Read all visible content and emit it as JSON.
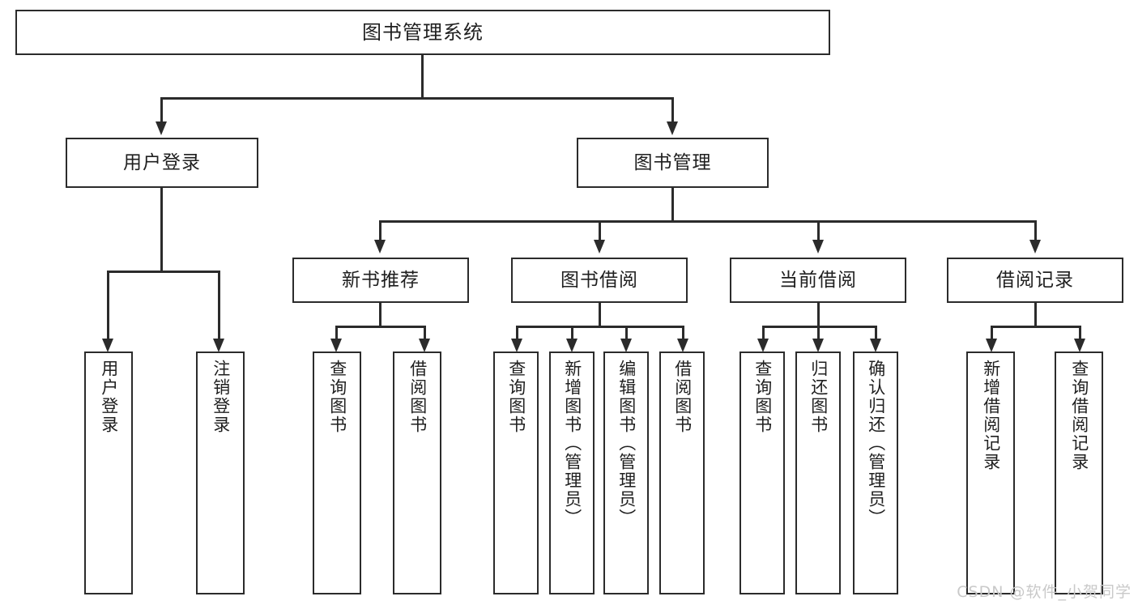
{
  "diagram": {
    "type": "tree",
    "title": "图书管理系统",
    "root": {
      "label": "图书管理系统"
    },
    "level2": [
      {
        "label": "用户登录"
      },
      {
        "label": "图书管理"
      }
    ],
    "level3": [
      {
        "label": "新书推荐"
      },
      {
        "label": "图书借阅"
      },
      {
        "label": "当前借阅"
      },
      {
        "label": "借阅记录"
      }
    ],
    "leaves": {
      "user_login": [
        {
          "label": "用户登录"
        },
        {
          "label": "注销登录"
        }
      ],
      "new_book_recommend": [
        {
          "label": "查询图书"
        },
        {
          "label": "借阅图书"
        }
      ],
      "book_borrow": [
        {
          "label": "查询图书"
        },
        {
          "label": "新增图书（管理员）"
        },
        {
          "label": "编辑图书（管理员）"
        },
        {
          "label": "借阅图书"
        }
      ],
      "current_borrow": [
        {
          "label": "查询图书"
        },
        {
          "label": "归还图书"
        },
        {
          "label": "确认归还（管理员）"
        }
      ],
      "borrow_record": [
        {
          "label": "新增借阅记录"
        },
        {
          "label": "查询借阅记录"
        }
      ]
    }
  },
  "watermark": {
    "text": "CSDN @软件_小贺同学"
  },
  "colors": {
    "stroke": "#2b2b2b",
    "background": "#ffffff",
    "text": "#1f1f1f",
    "watermark": "#c9c9c9"
  }
}
